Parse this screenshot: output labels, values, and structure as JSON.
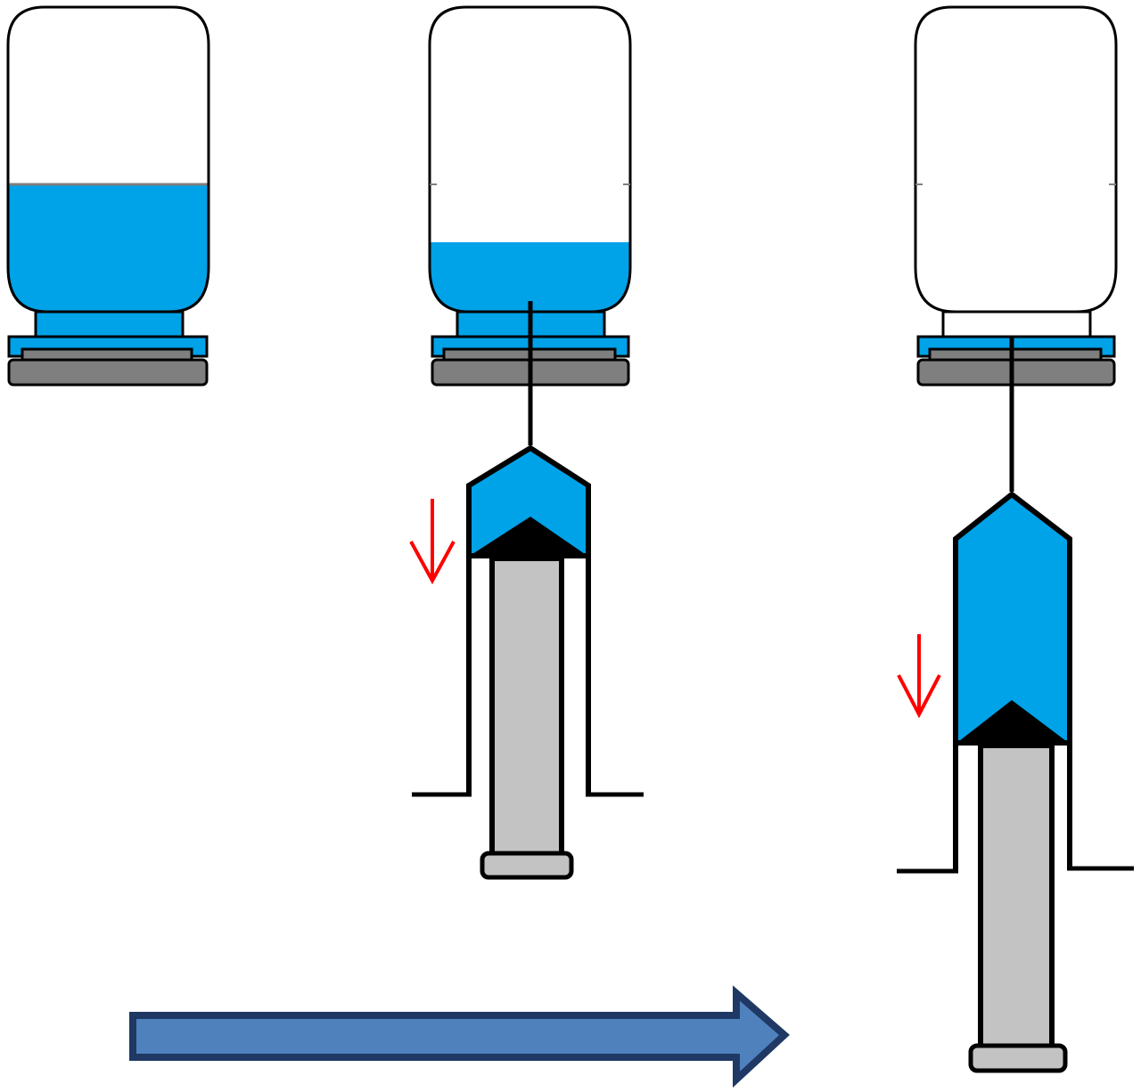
{
  "diagram": {
    "description_text": "",
    "colors": {
      "liquid": "#00a2e8",
      "stroke": "#000000",
      "cap_gray": "#7f7f7f",
      "plunger_gray": "#c3c3c3",
      "arrow_red": "#ff0000",
      "progress_arrow_fill": "#4f81bd",
      "progress_arrow_stroke": "#1f3864",
      "glass": "#ffffff"
    },
    "stages": [
      {
        "name": "stage-1",
        "vial_fill_level": 0.55,
        "syringe": false
      },
      {
        "name": "stage-2",
        "vial_fill_level": 0.2,
        "syringe": true,
        "syringe_fill": "small"
      },
      {
        "name": "stage-3",
        "vial_fill_level": 0.0,
        "syringe": true,
        "syringe_fill": "large"
      }
    ],
    "icons": {
      "vial": "vial-icon",
      "syringe": "syringe-icon",
      "pull_arrow": "down-arrow-icon",
      "progress_arrow": "right-arrow-icon"
    }
  }
}
